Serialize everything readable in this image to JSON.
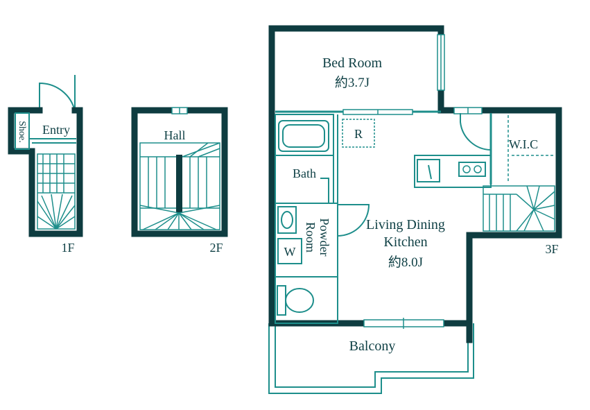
{
  "colors": {
    "wall": "#0e3c40",
    "line": "#1d8e8b",
    "text": "#0e3f44",
    "background": "#ffffff"
  },
  "floors": {
    "first": {
      "label": "1F",
      "rooms": {
        "entry": "Entry",
        "shoe": "Shoe."
      }
    },
    "second": {
      "label": "2F",
      "rooms": {
        "hall": "Hall"
      }
    },
    "third": {
      "label": "3F",
      "rooms": {
        "bedroom": {
          "name": "Bed Room",
          "size": "約3.7J"
        },
        "refrigerator": "R",
        "bath": "Bath",
        "powder_room": {
          "line1": "Powder",
          "line2": "Room"
        },
        "washer": "W",
        "ldk": {
          "line1": "Living Dining",
          "line2": "Kitchen",
          "size": "約8.0J"
        },
        "wic": "W.I.C",
        "balcony": "Balcony"
      }
    }
  }
}
